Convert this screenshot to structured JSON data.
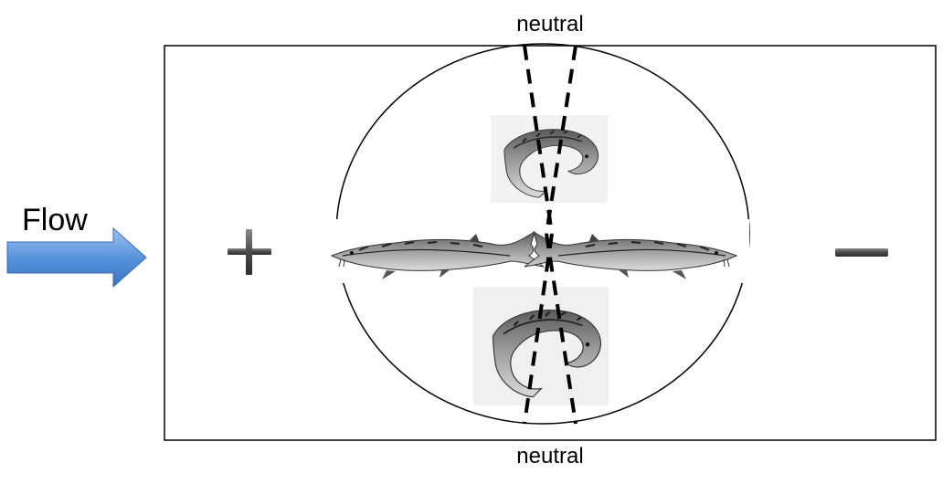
{
  "labels": {
    "neutral_top": "neutral",
    "neutral_bottom": "neutral",
    "flow": "Flow"
  },
  "symbols": {
    "positive": "plus-sign",
    "negative": "minus-sign"
  },
  "colors": {
    "arrow_fill": "#4a86d4",
    "arrow_highlight": "#8db8ec",
    "sign_fill": "#555555",
    "line": "#000000"
  }
}
